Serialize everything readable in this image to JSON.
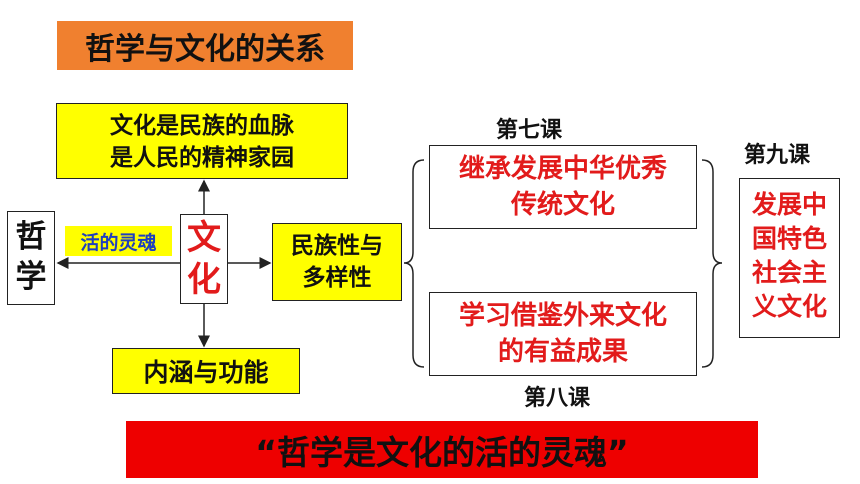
{
  "title": "哲学与文化的关系",
  "nodes": {
    "blood": {
      "line1": "文化是民族的血脉",
      "line2": "是人民的精神家园"
    },
    "philosophy": {
      "line1": "哲",
      "line2": "学"
    },
    "soul_label": "活的灵魂",
    "culture": {
      "line1": "文",
      "line2": "化"
    },
    "nationality": {
      "line1": "民族性与",
      "line2": "多样性"
    },
    "connotation": "内涵与功能",
    "lesson7": {
      "label": "第七课",
      "line1": "继承发展中华优秀",
      "line2": "传统文化"
    },
    "lesson8": {
      "label": "第八课",
      "line1": "学习借鉴外来文化",
      "line2": "的有益成果"
    },
    "lesson9": {
      "label": "第九课",
      "lines": [
        "发展中",
        "国特色",
        "社会主",
        "义文化"
      ]
    }
  },
  "banner": "“哲学是文化的活的灵魂”",
  "colors": {
    "title_bg": "#f0802f",
    "highlight_bg": "#ffff00",
    "accent_red": "#e21b1b",
    "banner_bg": "#ee0000",
    "soul_text": "#1e3fbf"
  }
}
